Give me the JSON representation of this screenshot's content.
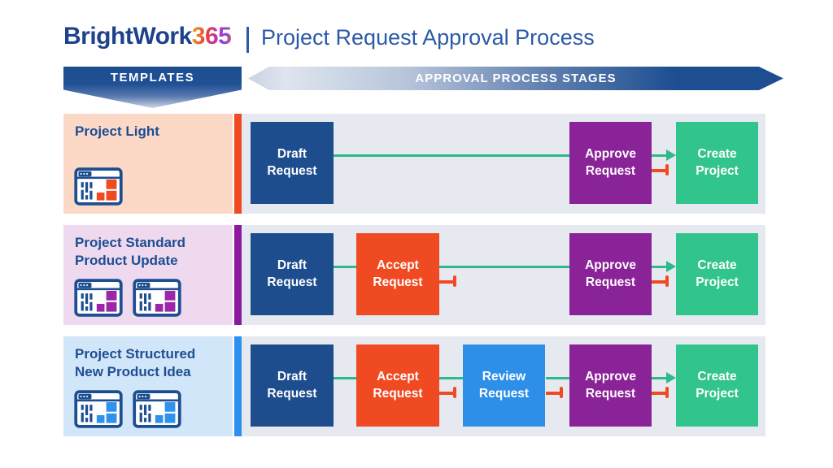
{
  "header": {
    "brand": "BrightWork",
    "brand_number": "365",
    "separator": "|",
    "title": "Project Request Approval Process"
  },
  "banner": {
    "templates": "TEMPLATES",
    "stages": "APPROVAL PROCESS STAGES"
  },
  "palette": {
    "navy_stage": "#1e4d8e",
    "orange_stage": "#f04a23",
    "purple_stage": "#8b2398",
    "blue_stage": "#2d8fe8",
    "green_stage": "#31c48d",
    "flow_connector_green": "#2eb98a",
    "reject_connector_orange": "#f04a23",
    "lane1_label_bg": "#fcd9c7",
    "lane2_label_bg": "#efd9ee",
    "lane3_label_bg": "#d2e6f9",
    "process_panel_bg": "#e6e9f0",
    "heading_blue": "#2b5aa7",
    "brand_navy": "#1e4289"
  },
  "lanes": [
    {
      "label_line1": "Project Light",
      "label_line2": "",
      "stages": [
        {
          "line1": "Draft",
          "line2": "Request"
        },
        {
          "line1": "Approve",
          "line2": "Request"
        },
        {
          "line1": "Create",
          "line2": "Project"
        }
      ]
    },
    {
      "label_line1": "Project Standard",
      "label_line2": "Product Update",
      "stages": [
        {
          "line1": "Draft",
          "line2": "Request"
        },
        {
          "line1": "Accept",
          "line2": "Request"
        },
        {
          "line1": "Approve",
          "line2": "Request"
        },
        {
          "line1": "Create",
          "line2": "Project"
        }
      ]
    },
    {
      "label_line1": "Project Structured",
      "label_line2": "New Product Idea",
      "stages": [
        {
          "line1": "Draft",
          "line2": "Request"
        },
        {
          "line1": "Accept",
          "line2": "Request"
        },
        {
          "line1": "Review",
          "line2": "Request"
        },
        {
          "line1": "Approve",
          "line2": "Request"
        },
        {
          "line1": "Create",
          "line2": "Project"
        }
      ]
    }
  ]
}
